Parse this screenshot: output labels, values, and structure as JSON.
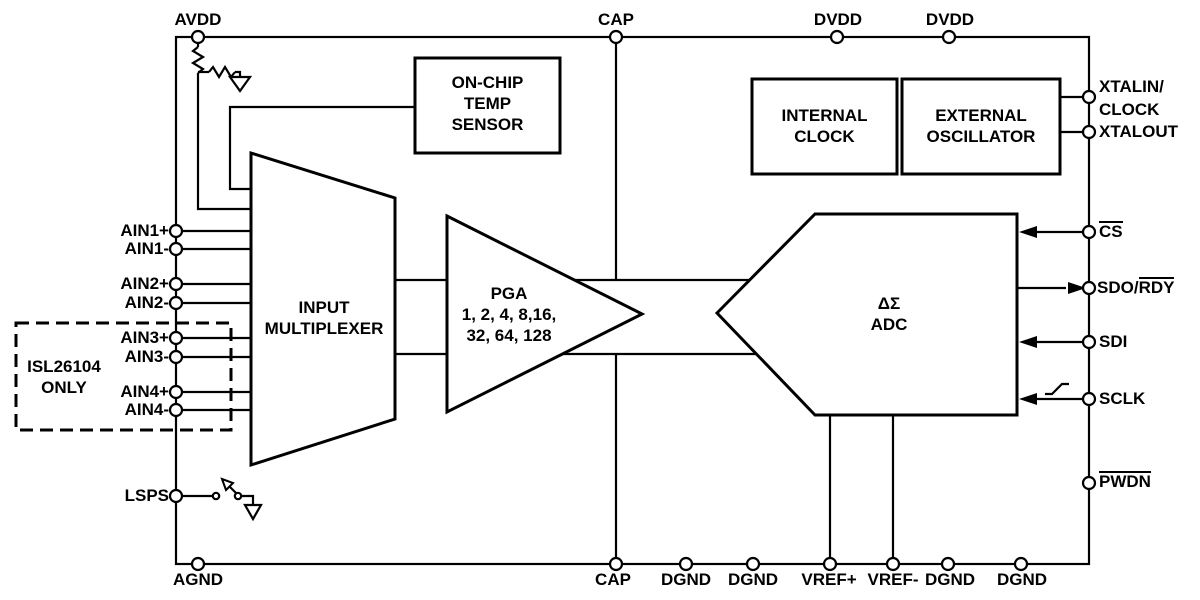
{
  "colors": {
    "background": "#ffffff",
    "line": "#000000",
    "text": "#000000"
  },
  "blocks": {
    "temp_sensor": [
      "ON-CHIP",
      "TEMP",
      "SENSOR"
    ],
    "internal_clock": [
      "INTERNAL",
      "CLOCK"
    ],
    "external_oscillator": [
      "EXTERNAL",
      "OSCILLATOR"
    ],
    "input_multiplexer": [
      "INPUT",
      "MULTIPLEXER"
    ],
    "pga": [
      "PGA",
      "1, 2, 4, 8,16,",
      "32, 64, 128"
    ],
    "adc": [
      "ΔΣ",
      "ADC"
    ],
    "variant_note": [
      "ISL26104",
      "ONLY"
    ]
  },
  "pins_top": {
    "avdd": "AVDD",
    "cap": "CAP",
    "dvdd_1": "DVDD",
    "dvdd_2": "DVDD"
  },
  "pins_bottom": {
    "agnd": "AGND",
    "cap": "CAP",
    "dgnd_1": "DGND",
    "dgnd_2": "DGND",
    "vref_plus": "VREF+",
    "vref_minus": "VREF-",
    "dgnd_3": "DGND",
    "dgnd_4": "DGND"
  },
  "pins_left": {
    "ain1_plus": "AIN1+",
    "ain1_minus": "AIN1-",
    "ain2_plus": "AIN2+",
    "ain2_minus": "AIN2-",
    "ain3_plus": "AIN3+",
    "ain3_minus": "AIN3-",
    "ain4_plus": "AIN4+",
    "ain4_minus": "AIN4-",
    "lsps": "LSPS"
  },
  "pins_right": {
    "xtalin_clock_line1": "XTALIN/",
    "xtalin_clock_line2": "CLOCK",
    "xtalout": "XTALOUT",
    "cs": "CS",
    "sdo_rdy_prefix": "SDO/",
    "sdo_rdy_overlined": "RDY",
    "sdi": "SDI",
    "sclk": "SCLK",
    "pwdn": "PWDN"
  }
}
